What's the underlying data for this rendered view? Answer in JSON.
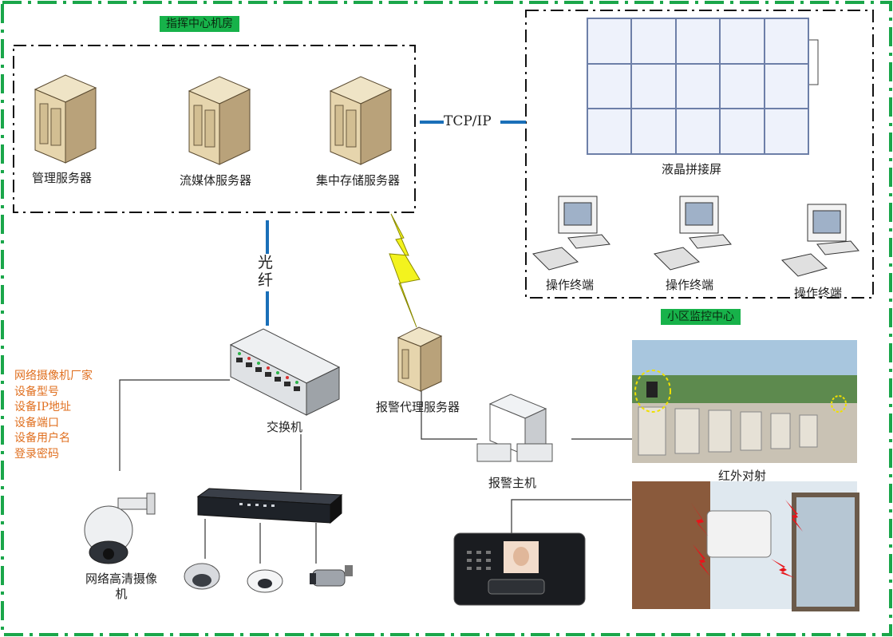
{
  "labels": {
    "command_center": "指挥中心机房",
    "mgmt_server": "管理服务器",
    "media_server": "流媒体服务器",
    "storage_server": "集中存储服务器",
    "tcpip": "TCP/IP",
    "lcd_wall": "液晶拼接屏",
    "terminal": "操作终端",
    "fiber": "光纤",
    "switch": "交换机",
    "alarm_proxy": "报警代理服务器",
    "community_center": "小区监控中心",
    "alarm_host": "报警主机",
    "infrared": "红外对射",
    "hd_camera": "网络高清摄像机"
  },
  "camera_info": [
    "网络摄像机厂家",
    "设备型号",
    "设备IP地址",
    "设备端口",
    "设备用户名",
    "登录密码"
  ],
  "colors": {
    "tag_bg": "#17b24a",
    "border_green": "#1aa64a",
    "info_text": "#e07020",
    "link_blue": "#1a6fb8",
    "lightning": "#f0f000"
  }
}
